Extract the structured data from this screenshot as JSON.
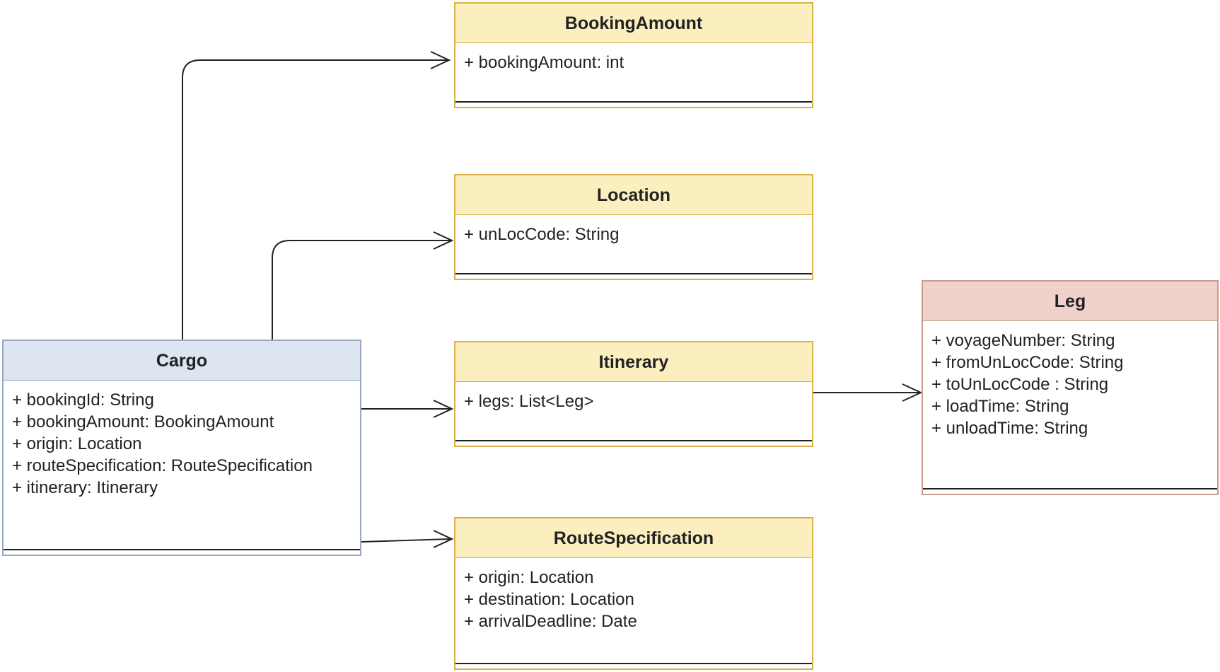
{
  "colors": {
    "yellow_header": "#fbefc0",
    "yellow_border": "#d9b04a",
    "blue_header": "#dde5f1",
    "blue_border": "#9aa8c2",
    "pink_header": "#f0d2cb",
    "pink_border": "#c79c8f",
    "line": "#222222"
  },
  "classes": {
    "booking_amount": {
      "name": "BookingAmount",
      "attributes": [
        "+ bookingAmount: int"
      ]
    },
    "location": {
      "name": "Location",
      "attributes": [
        "+ unLocCode: String"
      ]
    },
    "itinerary": {
      "name": "Itinerary",
      "attributes": [
        "+ legs: List<Leg>"
      ]
    },
    "route_specification": {
      "name": "RouteSpecification",
      "attributes": [
        "+ origin: Location",
        "+ destination: Location",
        "+ arrivalDeadline: Date"
      ]
    },
    "cargo": {
      "name": "Cargo",
      "attributes": [
        "+ bookingId: String",
        "+ bookingAmount: BookingAmount",
        "+ origin: Location",
        "+ routeSpecification: RouteSpecification",
        "+ itinerary: Itinerary"
      ]
    },
    "leg": {
      "name": "Leg",
      "attributes": [
        "+ voyageNumber: String",
        "+ fromUnLocCode: String",
        "+ toUnLocCode : String",
        "+ loadTime: String",
        "+ unloadTime: String"
      ]
    }
  }
}
